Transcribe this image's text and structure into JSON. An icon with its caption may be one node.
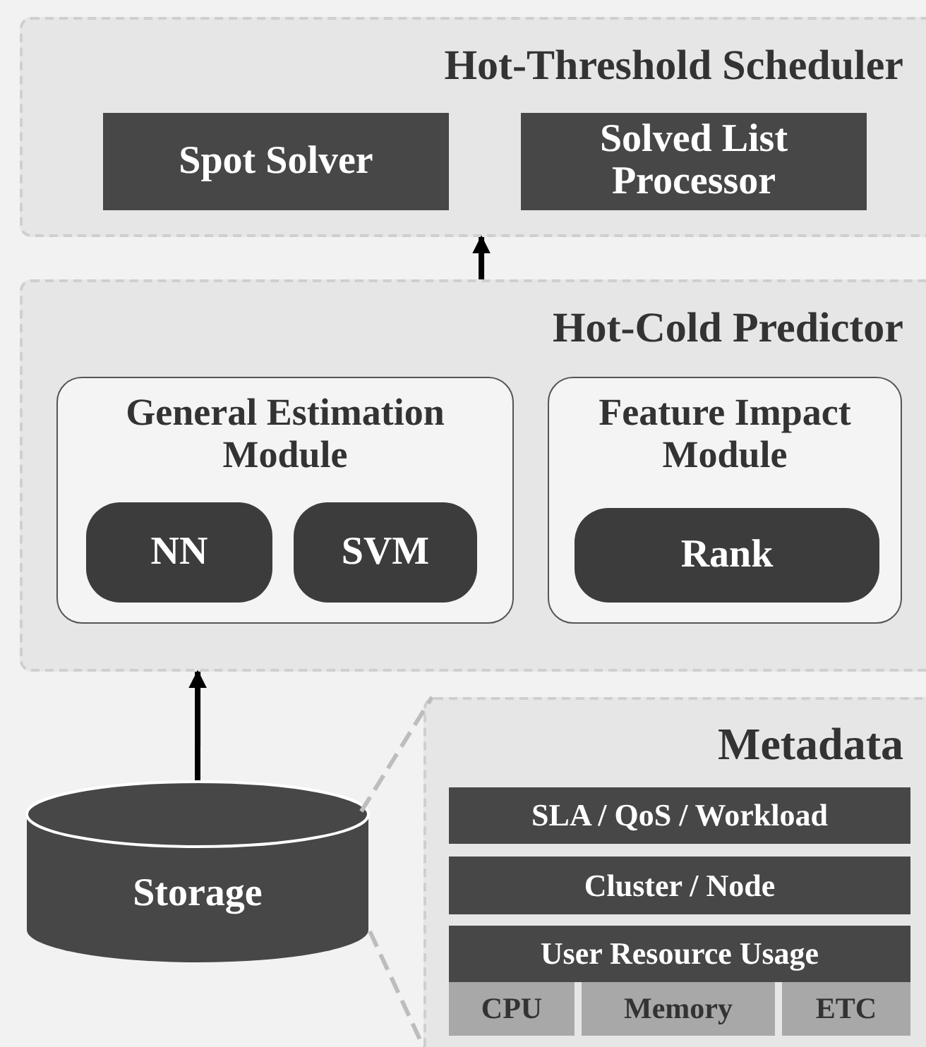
{
  "diagram": {
    "nodes": [
      {
        "text": [
          "Hot-Threshold Scheduler"
        ]
      },
      {
        "text": [
          "Spot Solver"
        ],
        "in": 0
      },
      {
        "text": [
          "Solved List Processor"
        ],
        "in": 0
      },
      {
        "text": [
          "Hot-Cold Predictor"
        ]
      },
      {
        "text": [
          "General Estimation Module"
        ],
        "in": 3
      },
      {
        "text": [
          "NN"
        ],
        "in": 4
      },
      {
        "text": [
          "SVM"
        ],
        "in": 4
      },
      {
        "text": [
          "Feature Impact Module"
        ],
        "in": 3
      },
      {
        "text": [
          "Rank"
        ],
        "in": 7
      },
      {
        "text": [
          "Storage"
        ]
      },
      {
        "text": [
          "Metadata"
        ]
      },
      {
        "text": [
          "SLA / QoS / Workload"
        ],
        "in": 10
      },
      {
        "text": [
          "Cluster / Node"
        ],
        "in": 10
      },
      {
        "text": [
          "User Resource Usage"
        ],
        "in": 10
      },
      {
        "text": [
          "CPU"
        ],
        "in": 10
      },
      {
        "text": [
          "Memory"
        ],
        "in": 10
      },
      {
        "text": [
          "ETC"
        ],
        "in": 10
      }
    ],
    "edges": [
      {
        "from": 9,
        "to": 3,
        "arrow": "to"
      },
      {
        "from": 3,
        "to": 0,
        "arrow": "to"
      },
      {
        "from": 9,
        "to": 10,
        "arrow": "none",
        "style": "dashed",
        "color": "#bdbdbd"
      },
      {
        "from": 9,
        "to": 10,
        "arrow": "none",
        "style": "dashed",
        "color": "#bdbdbd"
      }
    ]
  }
}
